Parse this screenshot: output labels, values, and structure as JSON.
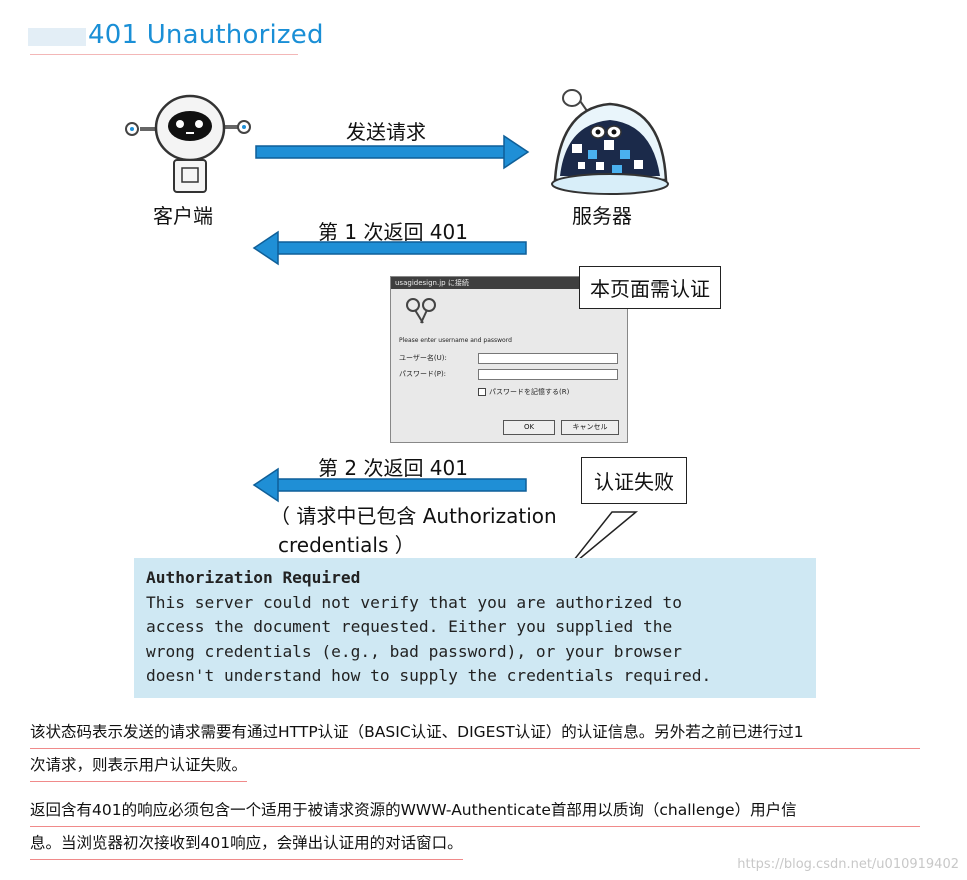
{
  "header": {
    "title": "401 Unauthorized"
  },
  "diagram": {
    "client_label": "客户端",
    "server_label": "服务器",
    "send_request_label": "发送请求",
    "first_return_label": "第 1 次返回 401",
    "second_return_label": "第 2 次返回 401",
    "second_return_note_line1": "（ 请求中已包含 Authorization",
    "second_return_note_line2": "credentials ）",
    "callout_auth": "本页面需认证",
    "callout_fail": "认证失败",
    "arrow_color": "#1f8fd6"
  },
  "dialog": {
    "title": "usagidesign.jp に接続",
    "prompt": "Please enter username and password",
    "username_label": "ユーザー名(U):",
    "password_label": "パスワード(P):",
    "remember_label": "パスワードを記憶する(R)",
    "ok_label": "OK",
    "cancel_label": "キャンセル"
  },
  "code": {
    "heading": "Authorization Required",
    "line1": "This server could not verify that you are authorized to",
    "line2": "access the document requested. Either you supplied the",
    "line3": "wrong credentials (e.g., bad password), or your browser",
    "line4": "doesn't understand how to supply the credentials required."
  },
  "paragraphs": {
    "p1_line1": "该状态码表示发送的请求需要有通过HTTP认证（BASIC认证、DIGEST认证）的认证信息。另外若之前已进行过1",
    "p1_line2": "次请求，则表示用户认证失败。",
    "p2_line1": "返回含有401的响应必须包含一个适用于被请求资源的WWW-Authenticate首部用以质询（challenge）用户信",
    "p2_line2": "息。当浏览器初次接收到401响应，会弹出认证用的对话窗口。"
  },
  "watermark": "https://blog.csdn.net/u010919402"
}
